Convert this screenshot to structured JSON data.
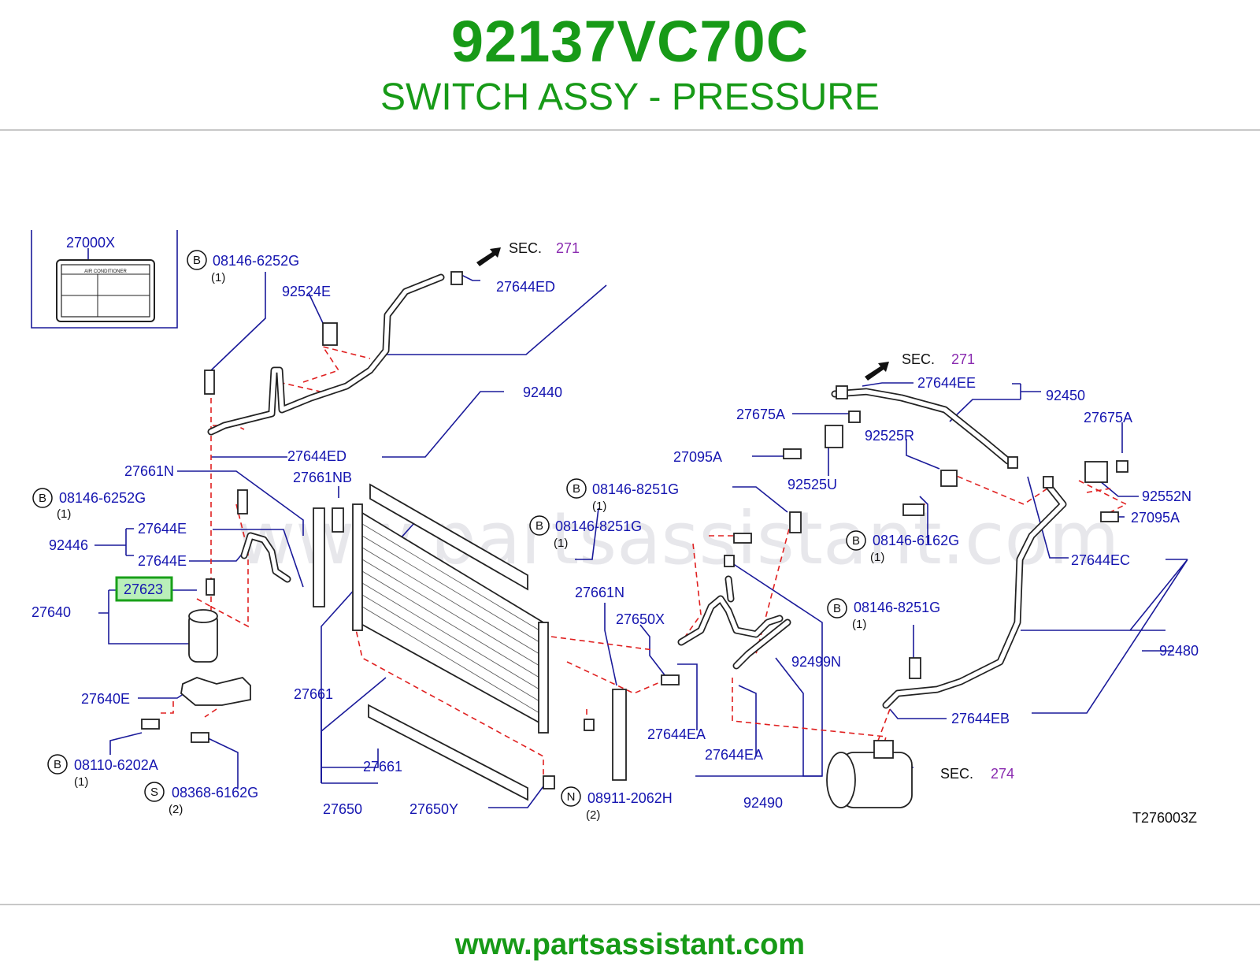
{
  "header": {
    "part_number": "92137VC70C",
    "description": "SWITCH ASSY - PRESSURE"
  },
  "footer": {
    "url": "www.partsassistant.com"
  },
  "diagram": {
    "watermark": "www.partsassistant.com",
    "diagram_code": "T276003Z",
    "highlighted_part": "27623",
    "colors": {
      "title_green": "#179a17",
      "label_blue": "#1515b0",
      "dash_red": "#e02020",
      "highlight_fill": "#b9efb9"
    },
    "parts": {
      "p27000X": "27000X",
      "p08146_6252G_top": "08146-6252G",
      "p92524E": "92524E",
      "p27644ED_top": "27644ED",
      "p92440": "92440",
      "p27644ED_mid": "27644ED",
      "p27661N_left": "27661N",
      "p27661NB": "27661NB",
      "p08146_6252G_left": "08146-6252G",
      "p92446": "92446",
      "p27644E_a": "27644E",
      "p27644E_b": "27644E",
      "p27623": "27623",
      "p27640": "27640",
      "p27640E": "27640E",
      "p08110_6202A": "08110-6202A",
      "p08368_6162G": "08368-6162G",
      "p27661_mid": "27661",
      "p27661_low": "27661",
      "p27650": "27650",
      "p27650Y": "27650Y",
      "p27661N_mid": "27661N",
      "p27650X": "27650X",
      "p27644EA_a": "27644EA",
      "p27644EA_b": "27644EA",
      "p08911_2062H": "08911-2062H",
      "p08146_8251G_a": "08146-8251G",
      "p08146_8251G_b": "08146-8251G",
      "p92499N": "92499N",
      "p92490": "92490",
      "p27644EE": "27644EE",
      "p92450": "92450",
      "p27675A_a": "27675A",
      "p27675A_b": "27675A",
      "p27095A_a": "27095A",
      "p27095A_b": "27095A",
      "p92525R": "92525R",
      "p92525U": "92525U",
      "p92552N": "92552N",
      "p08146_6162G": "08146-6162G",
      "p27644EC": "27644EC",
      "p08146_8251G_c": "08146-8251G",
      "p92480": "92480",
      "p27644EB": "27644EB"
    },
    "quantities": {
      "q1": "(1)",
      "q2": "(1)",
      "q3": "(1)",
      "q4": "(2)",
      "q5": "(1)",
      "q6": "(1)",
      "q7": "(2)",
      "q8": "(1)",
      "q9": "(1)"
    },
    "circle_letters": {
      "b": "B",
      "s": "S",
      "n": "N"
    },
    "sections": {
      "sec_label": "SEC.",
      "sec_271_a": "271",
      "sec_271_b": "271",
      "sec_274": "274"
    },
    "label_plate": {
      "text": "AIR   CONDITIONER"
    }
  }
}
